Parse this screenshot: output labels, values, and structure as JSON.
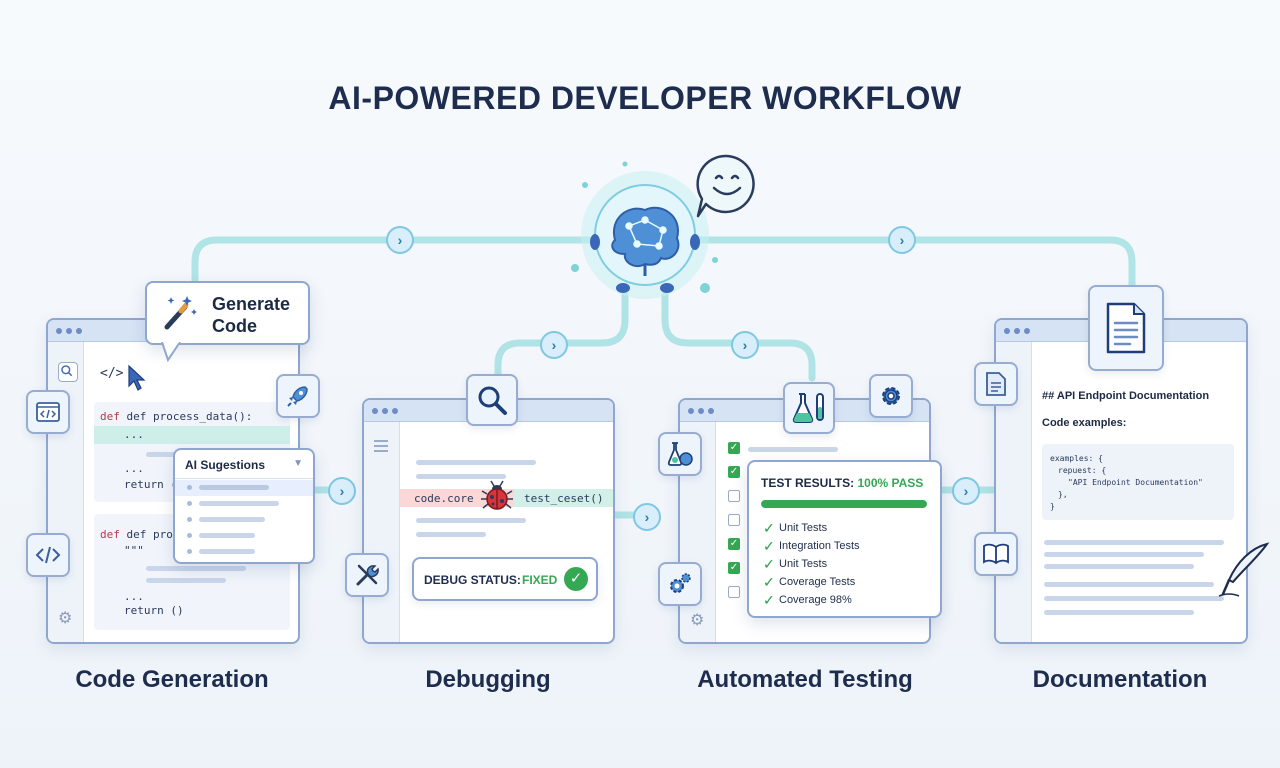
{
  "title": "AI-POWERED DEVELOPER WORKFLOW",
  "colors": {
    "accent": "#7fd3d6",
    "frame": "#8fa7cf",
    "pass": "#34a853",
    "bug": "#d8343a"
  },
  "stages": {
    "code_generation": {
      "caption": "Code Generation",
      "bubble_label": "Generate\nCode",
      "tag_icon": "</>",
      "code_line_1": "def process_data():",
      "code_line_2": "...",
      "code_line_3": "...",
      "code_line_4": "return (",
      "code_line_5": "def process_",
      "code_line_6": "\"\"\"",
      "code_line_7": "...",
      "code_line_8": "return ()",
      "suggestions_title": "AI Sugestions"
    },
    "debugging": {
      "caption": "Debugging",
      "left_token": "code.core",
      "right_token": "test_ceset()",
      "status_label": "DEBUG STATUS:",
      "status_value": "FIXED"
    },
    "automated_testing": {
      "caption": "Automated Testing",
      "results_label": "TEST RESULTS:",
      "results_value": "100% PASS",
      "progress": 1.0,
      "tests": [
        "Unit Tests",
        "Integration Tests",
        "Unit Tests",
        "Coverage Tests",
        "Coverage 98%"
      ]
    },
    "documentation": {
      "caption": "Documentation",
      "heading": "## API Endpoint Documentation",
      "subheading": "Code examples:",
      "snippet_1": "examples: {",
      "snippet_2": "repuest: {",
      "snippet_3": "\"API Endpoint Documentation\"",
      "snippet_4": "},",
      "snippet_5": "}"
    }
  },
  "icons": [
    "brain-icon",
    "smiley-icon",
    "magic-wand-icon",
    "rocket-icon",
    "code-icon",
    "search-icon",
    "settings-icon",
    "bug-icon",
    "wrench-icon",
    "magnifier-icon",
    "flask-icon",
    "gear-icon",
    "document-icon",
    "book-icon",
    "quill-icon",
    "check-icon",
    "chevron-right-icon"
  ]
}
